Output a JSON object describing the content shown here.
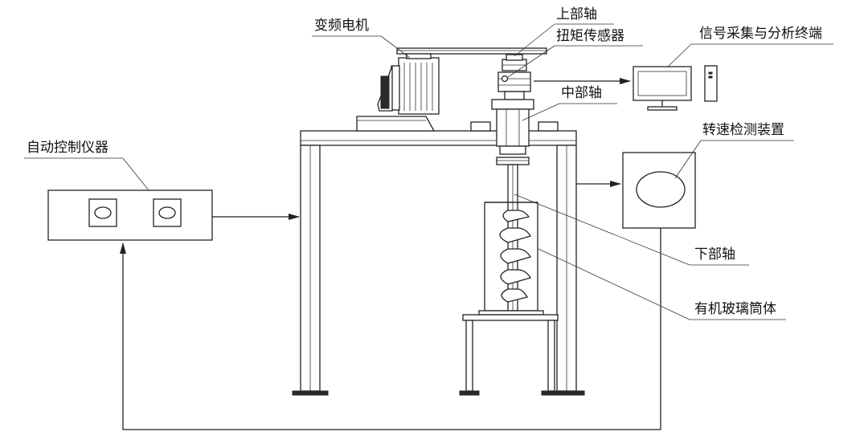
{
  "labels": {
    "motor": "变频电机",
    "upper_shaft": "上部轴",
    "torque_sensor": "扭矩传感器",
    "terminal": "信号采集与分析终端",
    "middle_shaft": "中部轴",
    "controller": "自动控制仪器",
    "speed_detector": "转速检测装置",
    "lower_shaft": "下部轴",
    "plexiglass_cylinder": "有机玻璃筒体"
  }
}
